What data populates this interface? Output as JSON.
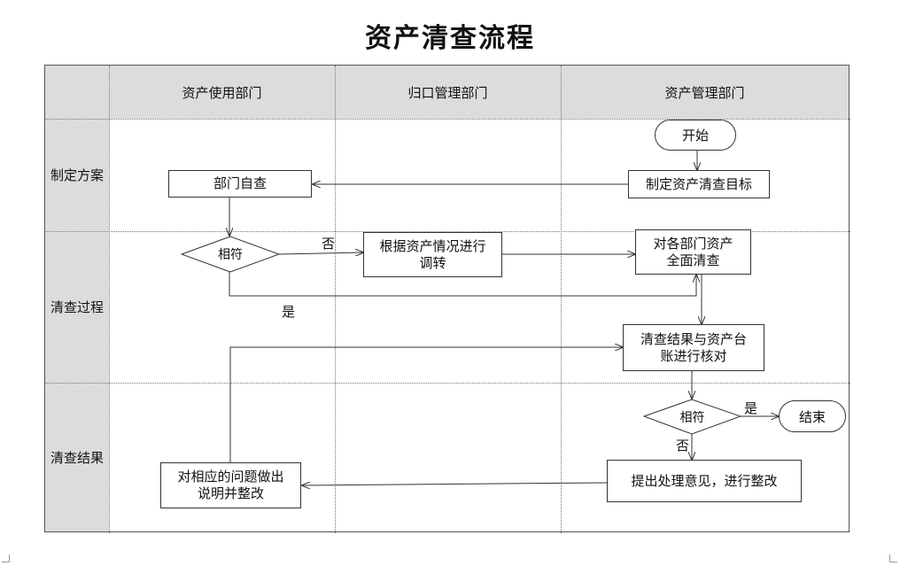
{
  "title": "资产清查流程",
  "columns": [
    "资产使用部门",
    "归口管理部门",
    "资产管理部门"
  ],
  "rows": [
    "制定方案",
    "清查过程",
    "清查结果"
  ],
  "nodes": {
    "start": "开始",
    "set_goal": "制定资产清查目标",
    "self_check": "部门自查",
    "match1": "相符",
    "adjust": "根据资产情况进行\n调转",
    "full_check": "对各部门资产\n全面清查",
    "verify": "清查结果与资产台\n账进行核对",
    "match2": "相符",
    "end": "结束",
    "propose": "提出处理意见，进行整改",
    "rectify": "对相应的问题做出\n说明并整改"
  },
  "edge_labels": {
    "no1": "否",
    "yes1": "是",
    "yes2": "是",
    "no2": "否"
  }
}
